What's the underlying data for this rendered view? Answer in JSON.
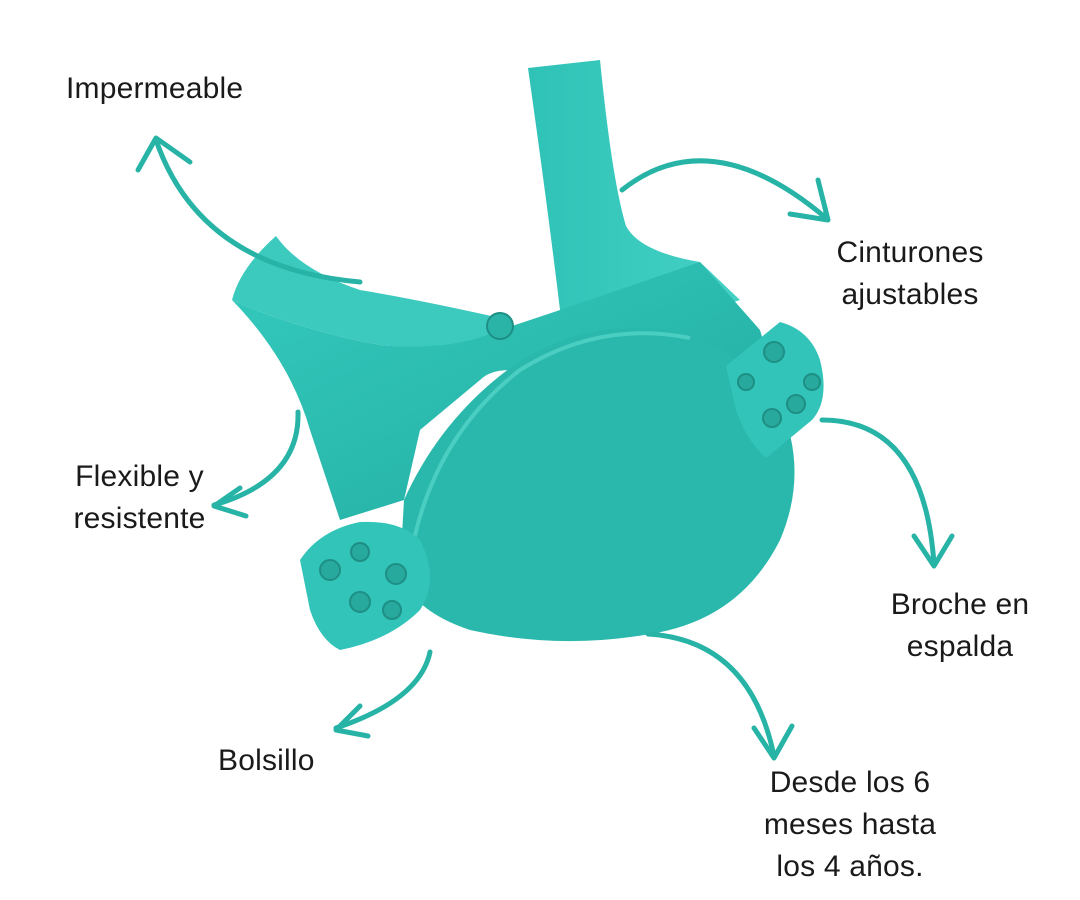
{
  "colors": {
    "product": "#2bbfb3",
    "product_dark": "#1f9e95",
    "product_light": "#5fd8cd",
    "arrow": "#27b3a6",
    "text": "#1a1a1a",
    "background": "#ffffff"
  },
  "icons": {
    "product": "silicone-bib",
    "arrows": "curved-arrow"
  },
  "labels": {
    "impermeable": "Impermeable",
    "cinturones": [
      "Cinturones",
      "ajustables"
    ],
    "flexible": [
      "Flexible y",
      "resistente"
    ],
    "broche": [
      "Broche en",
      "espalda"
    ],
    "bolsillo": "Bolsillo",
    "desde": [
      "Desde los 6",
      "meses hasta",
      "los 4 años."
    ]
  }
}
